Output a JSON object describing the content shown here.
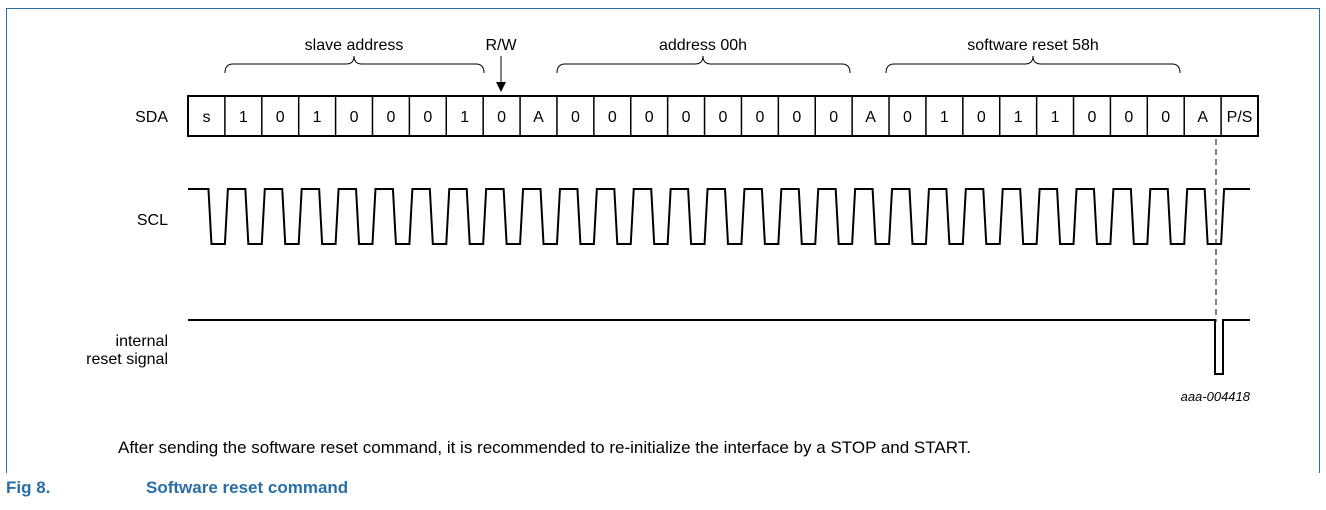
{
  "signals": {
    "sda": "SDA",
    "scl": "SCL",
    "reset_line1": "internal",
    "reset_line2": "reset signal"
  },
  "sda_cells": [
    "s",
    "1",
    "0",
    "1",
    "0",
    "0",
    "0",
    "1",
    "0",
    "A",
    "0",
    "0",
    "0",
    "0",
    "0",
    "0",
    "0",
    "0",
    "A",
    "0",
    "1",
    "0",
    "1",
    "1",
    "0",
    "0",
    "0",
    "A",
    "P/S"
  ],
  "braces": {
    "slave_address": "slave address",
    "rw": "R/W",
    "address": "address 00h",
    "reset_cmd": "software reset 58h"
  },
  "ref_code": "aaa-004418",
  "caption": "After sending the software reset command, it is recommended to re-initialize the interface by a STOP and START.",
  "figure": {
    "label": "Fig 8.",
    "title": "Software reset command"
  },
  "colors": {
    "accent": "#2a6ea6",
    "line": "#000000"
  }
}
